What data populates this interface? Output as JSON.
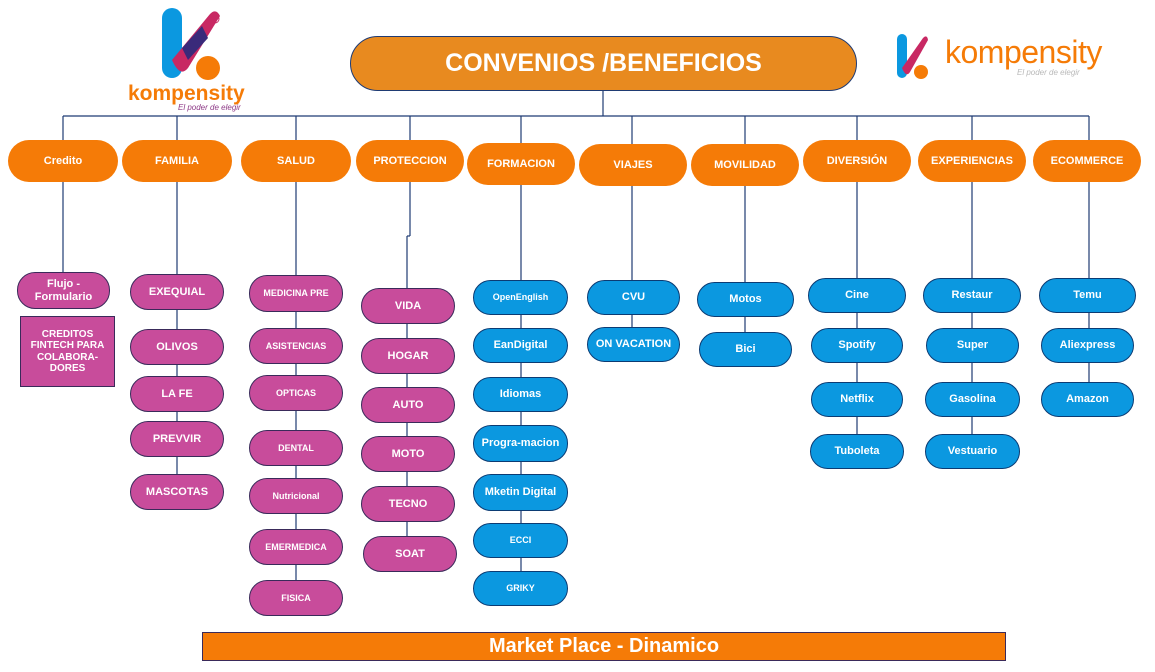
{
  "title": "CONVENIOS /BENEFICIOS",
  "footer": "Market Place - Dinamico",
  "logo": {
    "word": "kompensity",
    "tagline": "El poder de elegir",
    "mark": "kompensity-k-logo"
  },
  "colors": {
    "orange": "#f57b07",
    "magenta": "#c84c9b",
    "blue": "#0b98e0",
    "navy": "#1f3b73"
  },
  "categories": [
    {
      "label": "Credito",
      "items": [
        "Flujo - Formulario"
      ],
      "extra": "CREDITOS FINTECH PARA COLABORA-DORES"
    },
    {
      "label": "FAMILIA",
      "items": [
        "EXEQUIAL",
        "OLIVOS",
        "LA FE",
        "PREVVIR",
        "MASCOTAS"
      ]
    },
    {
      "label": "SALUD",
      "items": [
        "MEDICINA PRE",
        "ASISTENCIAS",
        "OPTICAS",
        "DENTAL",
        "Nutricional",
        "EMERMEDICA",
        "FISICA"
      ]
    },
    {
      "label": "PROTECCION",
      "items": [
        "VIDA",
        "HOGAR",
        "AUTO",
        "MOTO",
        "TECNO",
        "SOAT"
      ]
    },
    {
      "label": "FORMACION",
      "items": [
        "OpenEnglish",
        "EanDigital",
        "Idiomas",
        "Progra-macion",
        "Mketin Digital",
        "ECCI",
        "GRIKY"
      ]
    },
    {
      "label": "VIAJES",
      "items": [
        "CVU",
        "ON VACATION"
      ]
    },
    {
      "label": "MOVILIDAD",
      "items": [
        "Motos",
        "Bici"
      ]
    },
    {
      "label": "DIVERSIÓN",
      "items": [
        "Cine",
        "Spotify",
        "Netflix",
        "Tuboleta"
      ]
    },
    {
      "label": "EXPERIENCIAS",
      "items": [
        "Restaur",
        "Super",
        "Gasolina",
        "Vestuario"
      ]
    },
    {
      "label": "ECOMMERCE",
      "items": [
        "Temu",
        "Aliexpress",
        "Amazon"
      ]
    }
  ]
}
